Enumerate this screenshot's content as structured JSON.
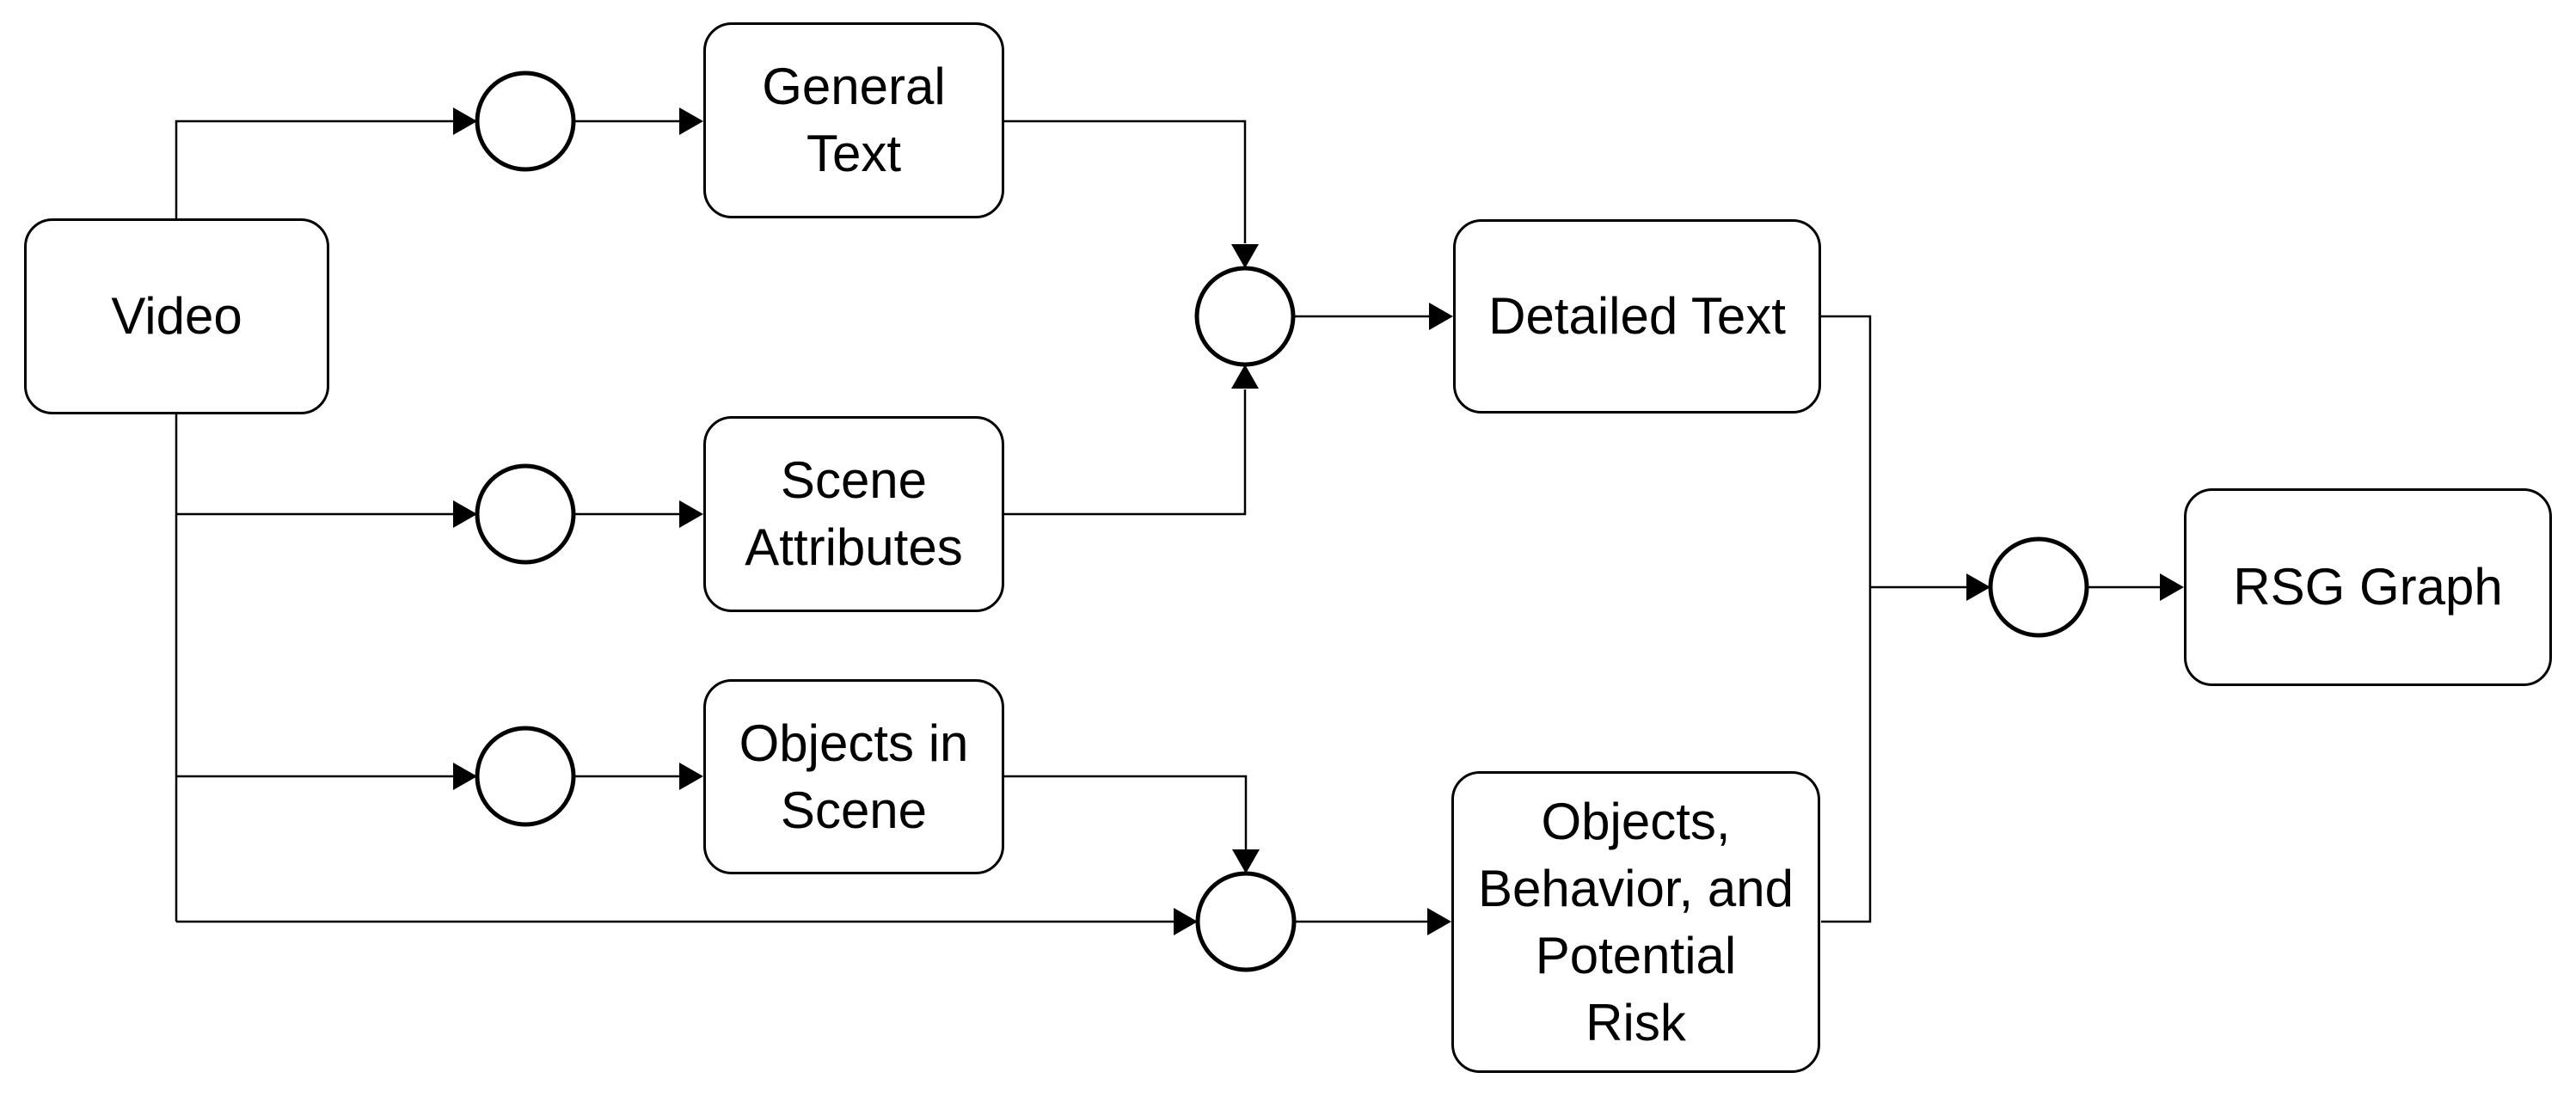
{
  "diagram": {
    "type": "flowchart",
    "colors": {
      "stroke": "#000000",
      "background": "#ffffff",
      "text": "#000000"
    },
    "nodes": [
      {
        "id": "video",
        "label_lines": [
          "Video"
        ]
      },
      {
        "id": "general-text",
        "label_lines": [
          "General",
          "Text"
        ]
      },
      {
        "id": "scene-attributes",
        "label_lines": [
          "Scene",
          "Attributes"
        ]
      },
      {
        "id": "objects-in-scene",
        "label_lines": [
          "Objects in",
          "Scene"
        ]
      },
      {
        "id": "detailed-text",
        "label_lines": [
          "Detailed Text"
        ]
      },
      {
        "id": "objects-behavior-risk",
        "label_lines": [
          "Objects,",
          "Behavior, and",
          "Potential",
          "Risk"
        ]
      },
      {
        "id": "rsg-graph",
        "label_lines": [
          "RSG Graph"
        ]
      }
    ],
    "junctions": [
      {
        "id": "junction-general-text",
        "shape": "circle",
        "label": ""
      },
      {
        "id": "junction-scene-attributes",
        "shape": "circle",
        "label": ""
      },
      {
        "id": "junction-objects-in-scene",
        "shape": "circle",
        "label": ""
      },
      {
        "id": "merge-detailed-text",
        "shape": "circle",
        "label": ""
      },
      {
        "id": "merge-objects-behavior",
        "shape": "circle",
        "label": ""
      },
      {
        "id": "merge-rsg-graph",
        "shape": "circle",
        "label": ""
      }
    ],
    "edges": [
      {
        "from": "video",
        "to": "general-text",
        "via": "junction-general-text"
      },
      {
        "from": "video",
        "to": "scene-attributes",
        "via": "junction-scene-attributes"
      },
      {
        "from": "video",
        "to": "objects-in-scene",
        "via": "junction-objects-in-scene"
      },
      {
        "from": "general-text",
        "to": "detailed-text",
        "via": "merge-detailed-text"
      },
      {
        "from": "scene-attributes",
        "to": "detailed-text",
        "via": "merge-detailed-text"
      },
      {
        "from": "objects-in-scene",
        "to": "objects-behavior-risk",
        "via": "merge-objects-behavior"
      },
      {
        "from": "video",
        "to": "objects-behavior-risk",
        "via": "merge-objects-behavior"
      },
      {
        "from": "detailed-text",
        "to": "rsg-graph",
        "via": "merge-rsg-graph"
      },
      {
        "from": "objects-behavior-risk",
        "to": "rsg-graph",
        "via": "merge-rsg-graph"
      }
    ]
  }
}
